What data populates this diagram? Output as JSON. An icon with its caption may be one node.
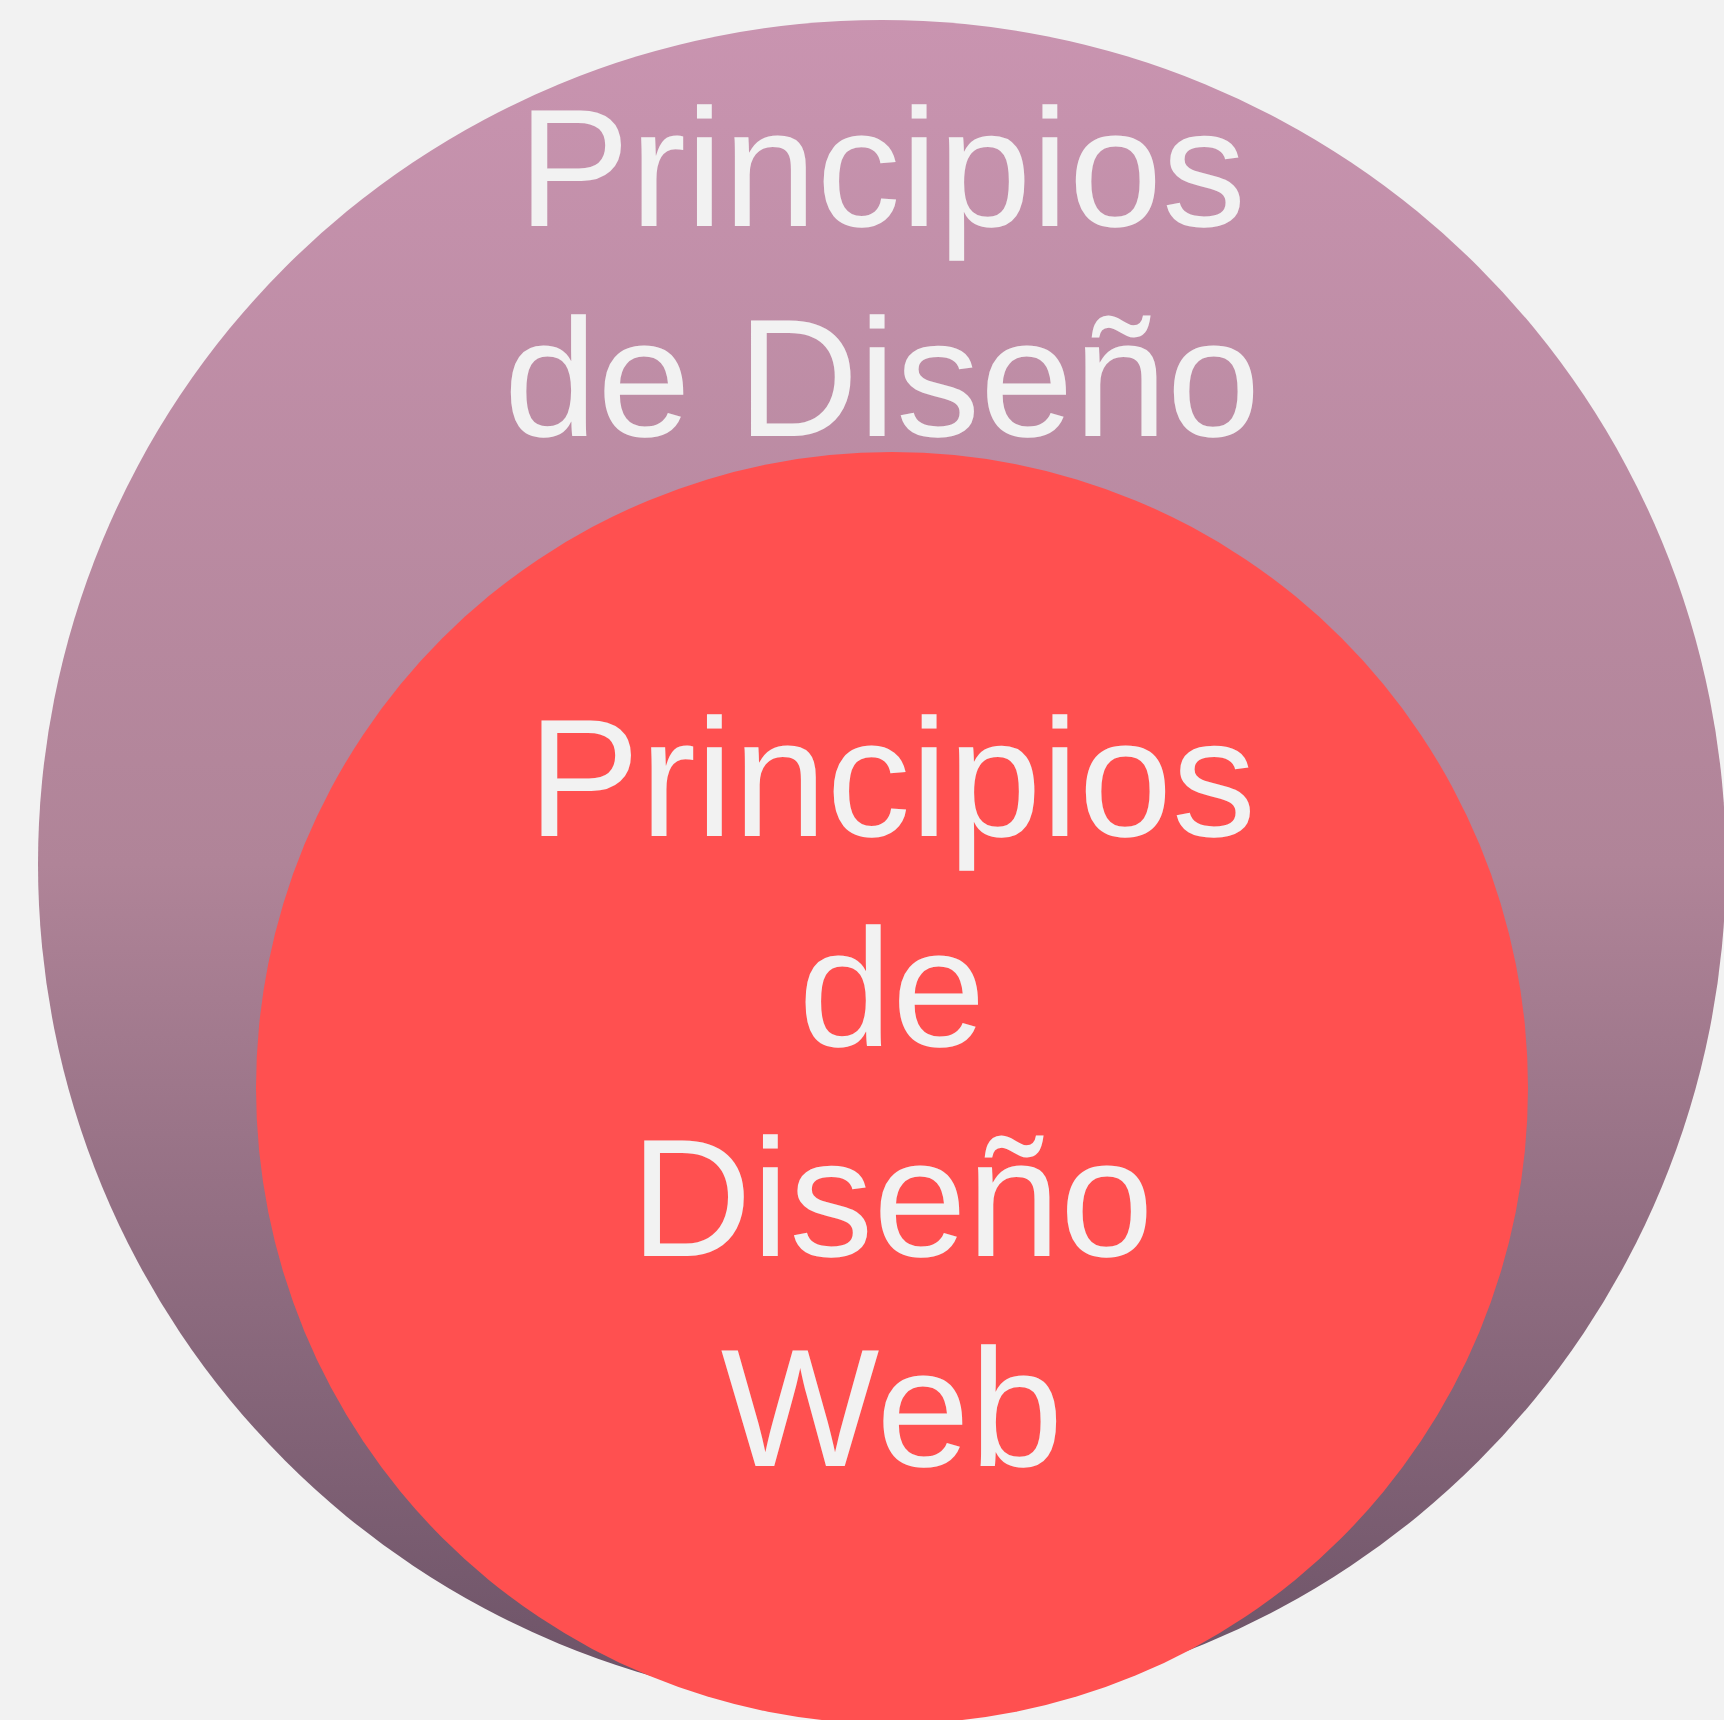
{
  "diagram": {
    "nodes": [
      {
        "text": [
          "Principios de Diseño"
        ]
      },
      {
        "text": [
          "Principios de Diseño Web"
        ],
        "in": 0
      }
    ]
  }
}
